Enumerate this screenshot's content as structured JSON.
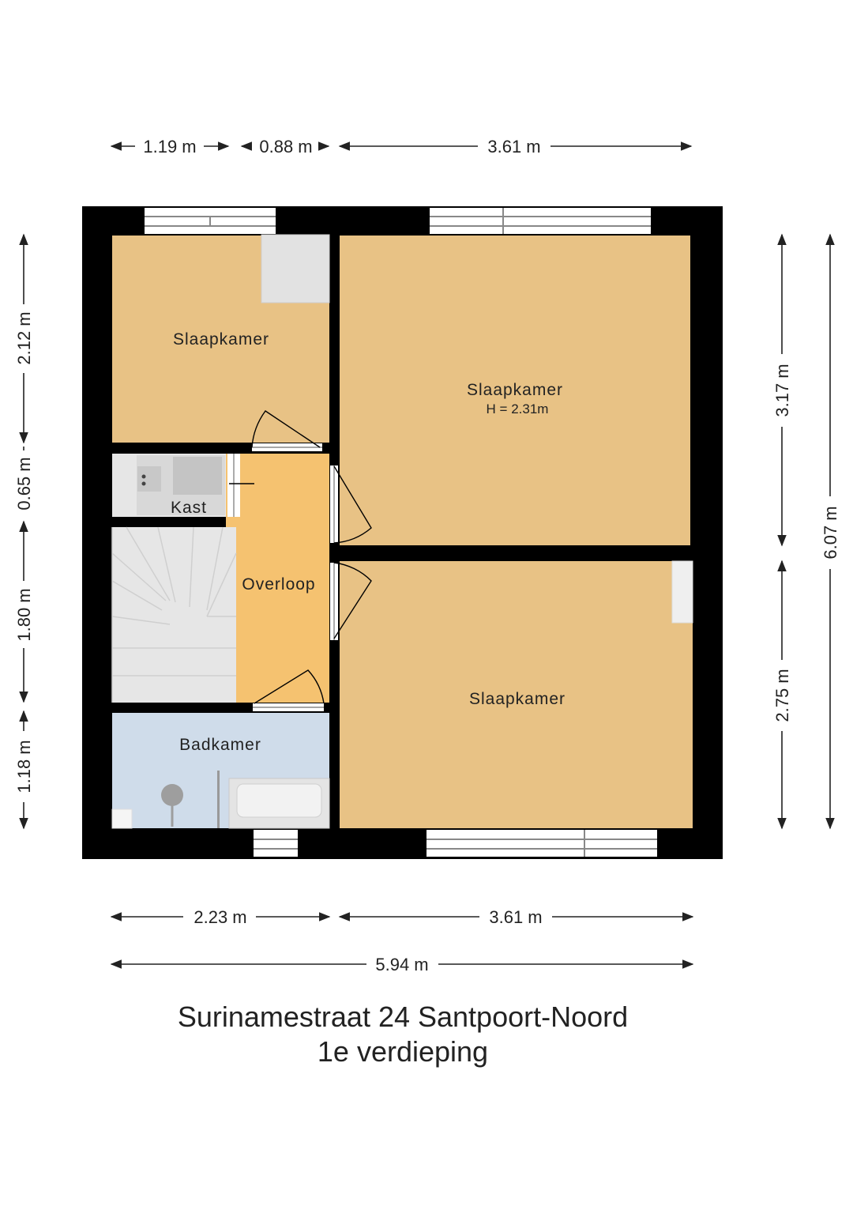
{
  "rooms": {
    "bedroom_top_left": "Slaapkamer",
    "bedroom_top_right": "Slaapkamer",
    "bedroom_top_right_height": "H = 2.31m",
    "bedroom_bottom_right": "Slaapkamer",
    "closet": "Kast",
    "landing": "Overloop",
    "bathroom": "Badkamer"
  },
  "dimensions": {
    "top": [
      "1.19 m",
      "0.88 m",
      "3.61 m"
    ],
    "bottom": [
      "2.23 m",
      "3.61 m"
    ],
    "bottom_total": "5.94 m",
    "left": [
      "2.12 m",
      "0.65 m",
      "1.80 m",
      "1.18 m"
    ],
    "right_inner": [
      "3.17 m",
      "2.75 m"
    ],
    "right_total": "6.07 m"
  },
  "caption": {
    "address": "Surinamestraat 24 Santpoort-Noord",
    "floor": "1e verdieping"
  },
  "colors": {
    "wall": "#000000",
    "bedroom": "#E8C285",
    "landing": "#F5C270",
    "bathroom": "#CFDCEA",
    "stairs": "#E6E6E6"
  }
}
